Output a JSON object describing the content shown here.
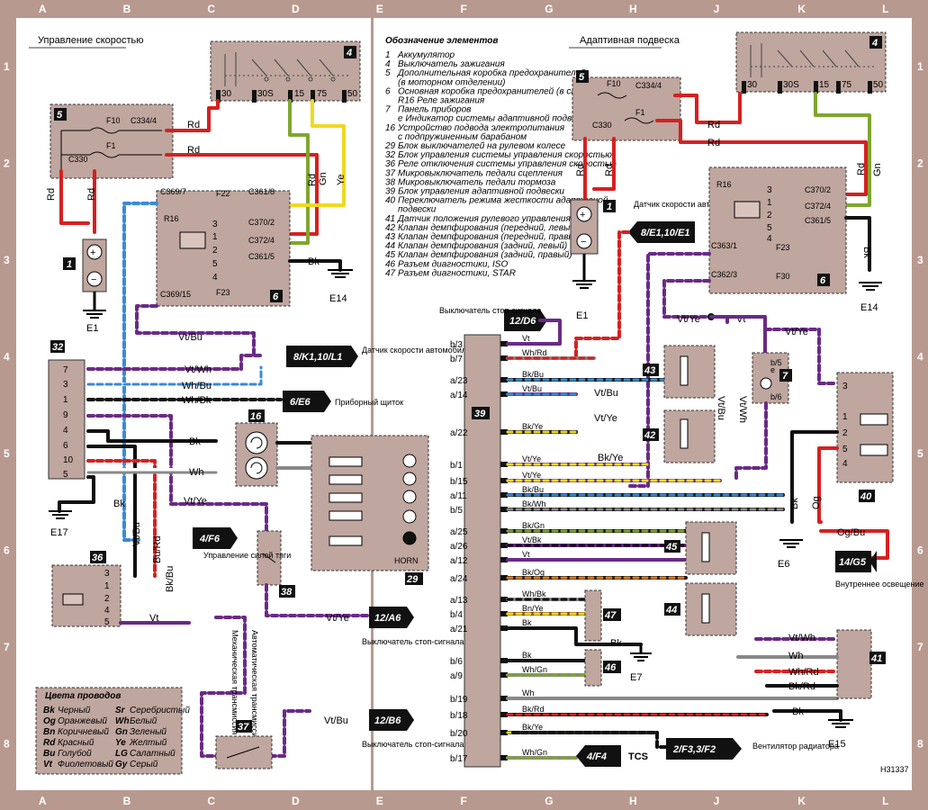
{
  "grid": {
    "cols": [
      "A",
      "B",
      "C",
      "D",
      "E",
      "F",
      "G",
      "H",
      "J",
      "K",
      "L"
    ],
    "rows": [
      "1",
      "2",
      "3",
      "4",
      "5",
      "6",
      "7",
      "8"
    ]
  },
  "left_title": "Управление скоростью",
  "right_title": "Адаптивная подвеска",
  "legend": {
    "title": "Обозначение элементов",
    "items": [
      {
        "n": "1",
        "t": "Аккумулятор"
      },
      {
        "n": "4",
        "t": "Выключатель зажигания"
      },
      {
        "n": "5",
        "t": "Дополнительная коробка предохранителей"
      },
      {
        "n": "",
        "t": "(в моторном отделении)"
      },
      {
        "n": "6",
        "t": "Основная коробка предохранителей (в салоне)"
      },
      {
        "n": "",
        "t": "R16  Реле зажигания"
      },
      {
        "n": "7",
        "t": "Панель приборов"
      },
      {
        "n": "",
        "t": "e  Индикатор системы адаптивной подвески"
      },
      {
        "n": "16",
        "t": "Устройство подвода электропитания"
      },
      {
        "n": "",
        "t": "с подпружиненным барабаном"
      },
      {
        "n": "29",
        "t": "Блок выключателей на рулевом колесе"
      },
      {
        "n": "32",
        "t": "Блок управления системы управления скоростью"
      },
      {
        "n": "36",
        "t": "Реле отключения системы управления скоростью"
      },
      {
        "n": "37",
        "t": "Микровыключатель педали сцепления"
      },
      {
        "n": "38",
        "t": "Микровыключатель педали тормоза"
      },
      {
        "n": "39",
        "t": "Блок управления адаптивной подвески"
      },
      {
        "n": "40",
        "t": "Переключатель режима жесткости адаптивной"
      },
      {
        "n": "",
        "t": "подвески"
      },
      {
        "n": "41",
        "t": "Датчик положения рулевого управления"
      },
      {
        "n": "42",
        "t": "Клапан демпфирования (передний, левый)"
      },
      {
        "n": "43",
        "t": "Клапан демпфирования (передний, правый)"
      },
      {
        "n": "44",
        "t": "Клапан демпфирования (задний, левый)"
      },
      {
        "n": "45",
        "t": "Клапан демпфирования (задний, правый)"
      },
      {
        "n": "46",
        "t": "Разъем диагностики, ISO"
      },
      {
        "n": "47",
        "t": "Разъем диагностики, STAR"
      }
    ]
  },
  "wire_colors": {
    "title": "Цвета проводов",
    "items": [
      {
        "c": "Bk",
        "t": "Черный",
        "c2": "Sr",
        "t2": "Серебристый"
      },
      {
        "c": "Og",
        "t": "Оранжевый",
        "c2": "Wh",
        "t2": "Белый"
      },
      {
        "c": "Bn",
        "t": "Коричневый",
        "c2": "Gn",
        "t2": "Зеленый"
      },
      {
        "c": "Rd",
        "t": "Красный",
        "c2": "Ye",
        "t2": "Желтый"
      },
      {
        "c": "Bu",
        "t": "Голубой",
        "c2": "LG",
        "t2": "Салатный"
      },
      {
        "c": "Vt",
        "t": "Фиолетовый",
        "c2": "Gy",
        "t2": "Серый"
      }
    ]
  },
  "left": {
    "switch4": {
      "badge": "4",
      "pins": [
        "30",
        "30S",
        "15",
        "75",
        "50"
      ]
    },
    "fuse5": {
      "badge": "5",
      "f10": "F10",
      "c334": "C334/4",
      "f1": "F1",
      "c330": "C330"
    },
    "box6": {
      "badge": "6",
      "c369_7": "C369/7",
      "f22": "F22",
      "c361_8": "C361/8",
      "r16": "R16",
      "c370_2": "C370/2",
      "c372_4": "C372/4",
      "c361_5": "C361/5",
      "c369_15": "C369/15",
      "f23": "F23",
      "pins": [
        "3",
        "1",
        "2",
        "5",
        "4"
      ]
    },
    "battery1": {
      "badge": "1",
      "ground": "E1"
    },
    "ground_e14": "E14",
    "ground_e17": "E17",
    "wire_labels": {
      "rd1": "Rd",
      "rd2": "Rd",
      "rd3": "Rd",
      "rd4": "Rd",
      "rd5": "Rd",
      "gn": "Gn",
      "ye": "Ye",
      "bk": "Bk",
      "vtbu": "Vt/Bu",
      "vtwh": "Vt/Wh",
      "whbu": "Wh/Bu",
      "whbk": "Wh/Bk",
      "bk5": "Bk",
      "wh5": "Wh",
      "bk6": "Bk",
      "vtbu_v": "Vt/Bu",
      "burd_v": "Bu/Rd",
      "bkbu_v": "Bk/Bu",
      "vtye": "Vt/Ye",
      "vt36": "Vt",
      "vtye38": "Vt/Ye",
      "vtbu37": "Vt/Bu"
    },
    "ecu32": {
      "badge": "32",
      "pins": [
        "7",
        "3",
        "1",
        "9",
        "4",
        "6",
        "10",
        "5"
      ]
    },
    "spring16": {
      "badge": "16"
    },
    "steer29": {
      "badge": "29",
      "horn": "HORN"
    },
    "relay36": {
      "badge": "36",
      "pins": [
        "3",
        "1",
        "2",
        "4",
        "5"
      ]
    },
    "switch38": {
      "badge": "38"
    },
    "switch37": {
      "badge": "37"
    },
    "arrow_k1": {
      "ref": "8/K1,10/L1",
      "text": "Датчик скорости автомобиля"
    },
    "arrow_e6": {
      "ref": "6/E6",
      "text": "Приборный щиток"
    },
    "arrow_f6": {
      "ref": "4/F6",
      "text": "Управление силой тяги"
    },
    "arrow_a6": {
      "ref": "12/A6",
      "text": "Выключатель стоп-сигнала"
    },
    "arrow_b6": {
      "ref": "12/B6",
      "text": "Выключатель стоп-сигнала"
    },
    "trans_auto": "Автоматическая трансмиссия",
    "trans_manual": "Механическая трансмиссия"
  },
  "right": {
    "switch4": {
      "badge": "4",
      "pins": [
        "30",
        "30S",
        "15",
        "75",
        "50"
      ]
    },
    "fuse5": {
      "badge": "5",
      "f10": "F10",
      "c334": "C334/4",
      "f1": "F1",
      "c330": "C330"
    },
    "box6": {
      "badge": "6",
      "r16": "R16",
      "c370_2": "C370/2",
      "c372_4": "C372/4",
      "c361_5": "C361/5",
      "c363_1": "C363/1",
      "f23": "F23",
      "c362_3": "C362/3",
      "f30": "F30",
      "pins": [
        "3",
        "1",
        "2",
        "5",
        "4"
      ]
    },
    "battery1": {
      "badge": "1",
      "ground": "E1"
    },
    "ground_e14": "E14",
    "arrow_e1": {
      "ref": "8/E1,10/E1",
      "text": "Датчик скорости автомобиля"
    },
    "arrow_d6": {
      "ref": "12/D6",
      "text": "Выключатель стоп-сигнала"
    },
    "ecu39": {
      "badge": "39",
      "pins": [
        "b/3",
        "b/7",
        "a/23",
        "a/14",
        "a/22",
        "b/1",
        "b/15",
        "a/11",
        "b/5",
        "a/25",
        "a/26",
        "a/12",
        "a/24",
        "a/13",
        "b/4",
        "a/21",
        "b/6",
        "a/9",
        "b/19",
        "b/18",
        "b/20",
        "b/17"
      ]
    },
    "wires": [
      "Vt",
      "Wh/Rd",
      "Bk/Bu",
      "Vt/Bu",
      "Vt/Ye",
      "Bk/Ye",
      "Vt/Ye",
      "Vt/Ye",
      "Bk/Bu",
      "Bk/Wh",
      "Bk/Gn",
      "Vt/Bk",
      "Vt",
      "Bk/Og",
      "Wh/Bk",
      "Bn/Ye",
      "Bk",
      "Bk",
      "Wh/Gn",
      "Wh",
      "Bk/Rd",
      "Bk/Ye",
      "Wh/Gn"
    ],
    "wire_labels": {
      "rd1": "Rd",
      "rd2": "Rd",
      "rd3": "Rd",
      "rd4": "Rd",
      "rd5": "Rd",
      "gn": "Gn",
      "bk": "Bk",
      "vtye": "Vt/Ye",
      "vt": "Vt",
      "vtye2": "Vt/Ye",
      "vtbu_v": "Vt/Bu",
      "vtwh_v": "Vt/Wh",
      "bk40": "Bk",
      "og40": "Og",
      "ogbu": "Og/Bu",
      "vtbu43": "Vt/Bu",
      "vtye43": "Vt/Ye",
      "bkye42": "Bk/Ye",
      "bk47": "Bk",
      "vtwh41": "Vt/Wh",
      "wh41": "Wh",
      "whrd41": "Wh/Rd",
      "bkrd41": "Bk/Rd",
      "bk41": "Bk"
    },
    "cluster7": {
      "badge": "7",
      "e": "e",
      "b5": "b/5",
      "b6": "b/6"
    },
    "valve43": {
      "badge": "43"
    },
    "valve42": {
      "badge": "42"
    },
    "valve45": {
      "badge": "45"
    },
    "valve44": {
      "badge": "44"
    },
    "switch40": {
      "badge": "40",
      "pins": [
        "3",
        "1",
        "2",
        "5",
        "4"
      ]
    },
    "sensor41": {
      "badge": "41"
    },
    "diag47": {
      "badge": "47"
    },
    "diag46": {
      "badge": "46"
    },
    "grounds": {
      "e6": "E6",
      "e7": "E7",
      "e15": "E15"
    },
    "arrow_g5": {
      "ref": "14/G5",
      "text": "Внутреннее освещение"
    },
    "arrow_f4": {
      "ref": "4/F4",
      "text": "TCS"
    },
    "arrow_f2": {
      "ref": "2/F3,3/F2",
      "text": "Вентилятор радиатора"
    }
  },
  "stamp": "H31337"
}
